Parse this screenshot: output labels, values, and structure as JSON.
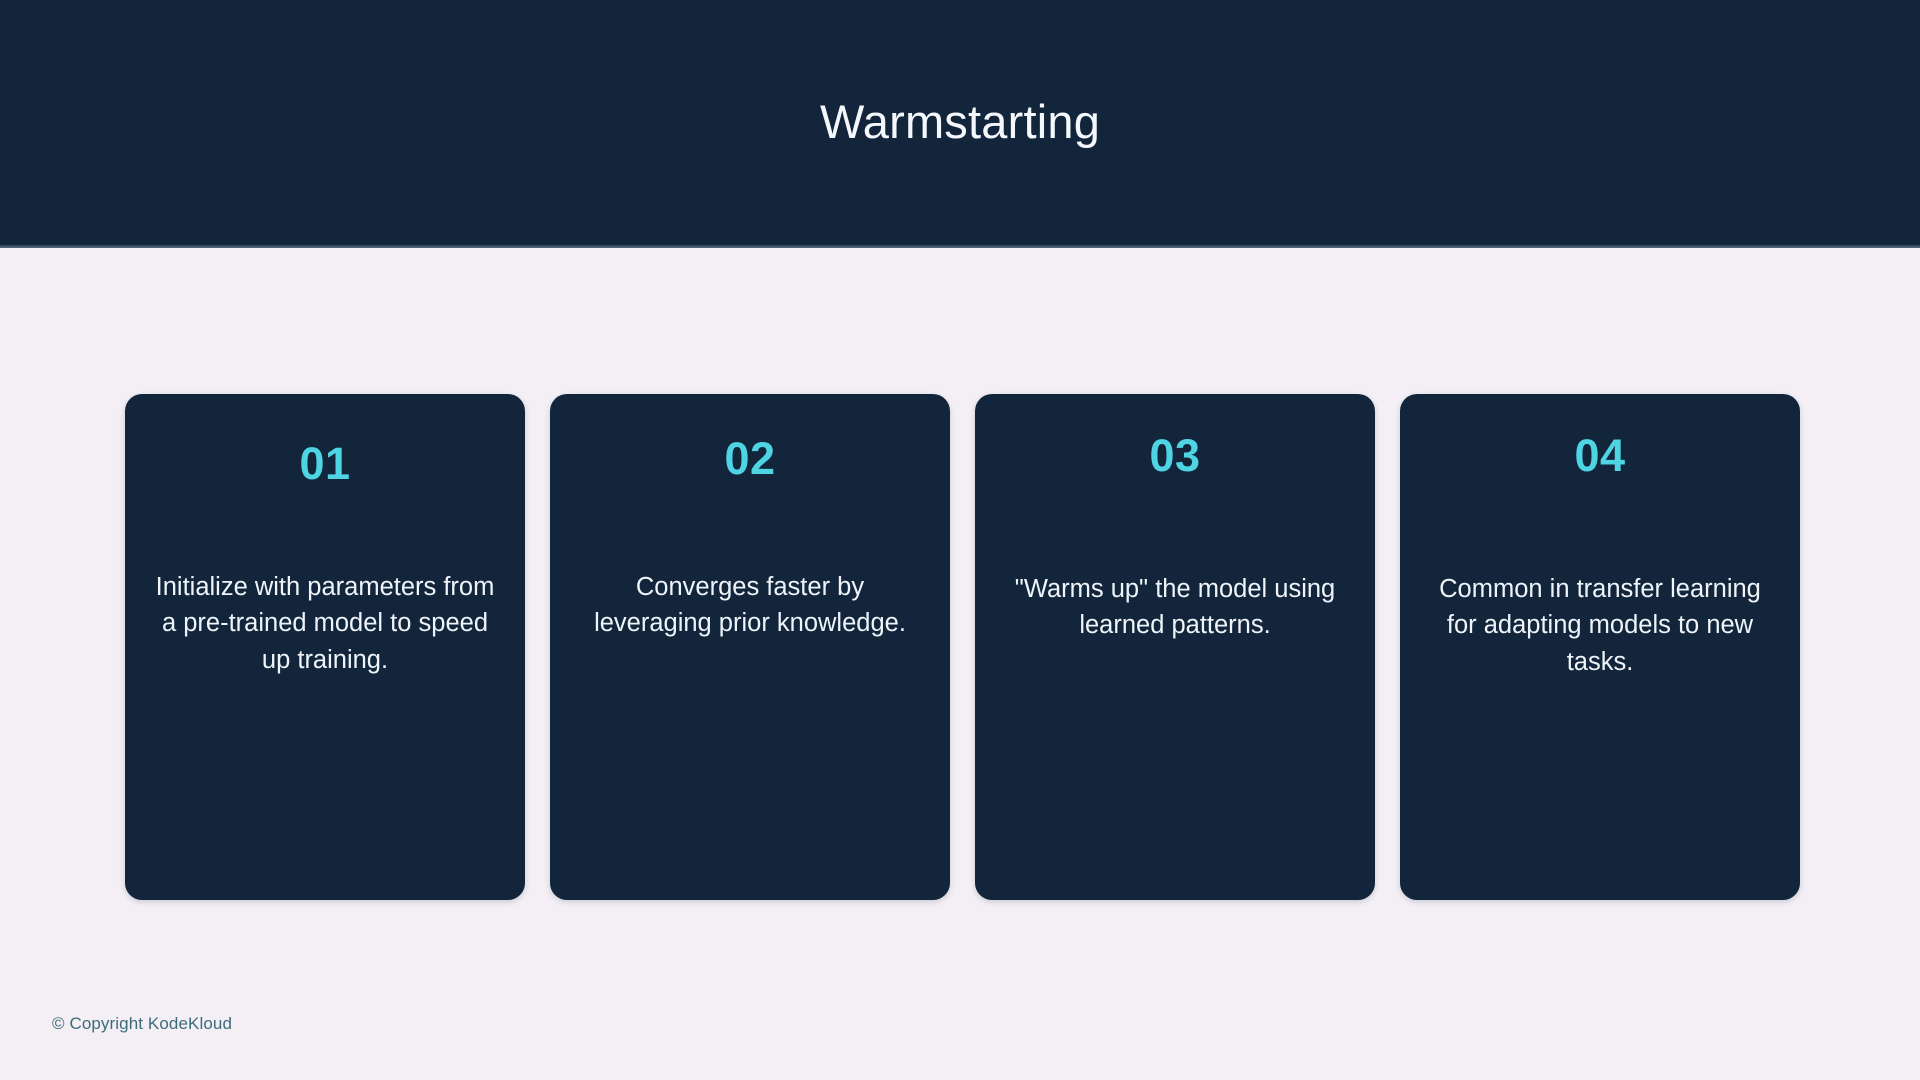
{
  "colors": {
    "header_background": "#12253A",
    "page_background": "#F3EFF5",
    "card_background": "#12253A",
    "accent_cyan": "#4FD4E4",
    "title_text": "#F4F7FB",
    "body_text": "#EEF4F9",
    "footer_text": "#3D6B7A"
  },
  "header": {
    "title": "Warmstarting"
  },
  "cards": [
    {
      "number": "01",
      "body": "Initialize with parameters from a pre-trained model to speed up training."
    },
    {
      "number": "02",
      "body": "Converges faster by leveraging prior knowledge."
    },
    {
      "number": "03",
      "body": "\"Warms up\" the model using learned patterns."
    },
    {
      "number": "04",
      "body": "Common in transfer learning for adapting models to new tasks."
    }
  ],
  "footer": {
    "copyright": "© Copyright KodeKloud"
  }
}
